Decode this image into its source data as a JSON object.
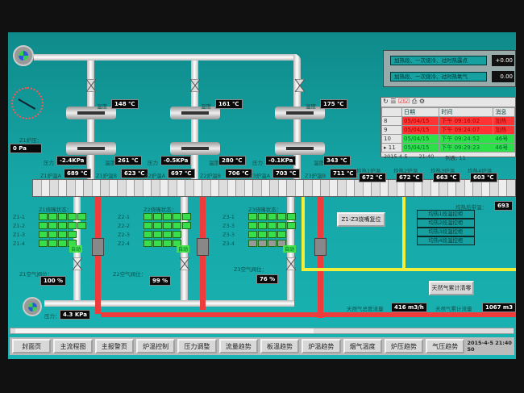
{
  "alarms": [
    {
      "text": "加热段、一次烧冷、过时热露点",
      "value": "+0.00"
    },
    {
      "text": "加热段、一次烧冷、过时热氧气",
      "value": "0.00"
    }
  ],
  "event_table": {
    "headers": [
      "",
      "日期",
      "时间",
      "消息"
    ],
    "rows": [
      {
        "idx": "8",
        "date": "05/04/15",
        "time": "下午 09:16:02",
        "msg": "加热",
        "status": "red"
      },
      {
        "idx": "9",
        "date": "05/04/15",
        "time": "下午 09:24:07",
        "msg": "加热",
        "status": "red"
      },
      {
        "idx": "10",
        "date": "05/04/15",
        "time": "下午 09:24:52",
        "msg": "46号",
        "status": "green"
      },
      {
        "idx": "▸ 11",
        "date": "05/04/15",
        "time": "下午 09:29:23",
        "msg": "46号",
        "status": "green"
      }
    ],
    "footer_date": "2015-4-5",
    "footer_time": "21:40",
    "footer_count": "列表: 11"
  },
  "burners": [
    {
      "temp_label": "温度",
      "temp_top": "148 ℃",
      "p_label": "压力",
      "pressure": "-2.4KPa",
      "t2_label": "温度",
      "temp_bottom": "261 ℃",
      "tA_label": "Z1炉温A",
      "tA": "689 ℃",
      "tB_label": "Z1炉温B",
      "tB": "623 ℃"
    },
    {
      "temp_label": "温度",
      "temp_top": "161 ℃",
      "p_label": "压力",
      "pressure": "-0.5KPa",
      "t2_label": "温度",
      "temp_bottom": "280 ℃",
      "tA_label": "Z2炉温A",
      "tA": "697 ℃",
      "tB_label": "Z2炉温B",
      "tB": "706 ℃"
    },
    {
      "temp_label": "温度",
      "temp_top": "175 ℃",
      "p_label": "压力",
      "pressure": "-0.1KPa",
      "t2_label": "温度",
      "temp_bottom": "343 ℃",
      "tA_label": "Z3炉温A",
      "tA": "703 ℃",
      "tB_label": "Z3炉温B",
      "tB": "711 ℃"
    }
  ],
  "z1_pressure": {
    "label": "Z1炉压：",
    "value": "0    Pa"
  },
  "soak": [
    {
      "label": "均热1炉温",
      "value": "672 ℃"
    },
    {
      "label": "均热2炉温",
      "value": "672 ℃"
    },
    {
      "label": "均热3炉温",
      "value": "663 ℃"
    },
    {
      "label": "均热4炉温",
      "value": "603 ℃"
    }
  ],
  "soak_after": {
    "label": "均热后带温：",
    "value": "693"
  },
  "nozzles": [
    {
      "title": "Z1烧嘴状态：",
      "rows": [
        "Z1-1",
        "Z1-2",
        "Z1-3",
        "Z1-4"
      ]
    },
    {
      "title": "Z2烧嘴状态：",
      "rows": [
        "Z2-1",
        "Z2-2",
        "Z2-3",
        "Z2-4"
      ]
    },
    {
      "title": "Z3烧嘴状态：",
      "rows": [
        "Z3-1",
        "Z3-3",
        "Z3-3",
        "Z3-4"
      ]
    }
  ],
  "air_valves": [
    {
      "label": "Z1空气阀位：",
      "value": "100  %"
    },
    {
      "label": "Z2空气阀位：",
      "value": "99  %"
    },
    {
      "label": "Z3空气阀位：",
      "value": "76  %"
    }
  ],
  "auto_label": "自动",
  "reset_button": "Z1-Z3烧嘴复位",
  "soak_controls": [
    "均热1段温控柜",
    "均热2段温控柜",
    "均热3段温控柜",
    "均热4段温控柜"
  ],
  "gas_clear_button": "天然气累计清零",
  "gas_flow": {
    "label": "天然气总管流量",
    "value": "416   m3/h"
  },
  "gas_total": {
    "label": "天然气累计流量",
    "value": "1067   m3"
  },
  "fan_pressure": {
    "label": "压力：",
    "value": "4.3    KPa"
  },
  "nav": [
    "封面页",
    "主流程图",
    "主报警页",
    "炉温控制",
    "压力调整",
    "流量趋势",
    "板温趋势",
    "炉温趋势",
    "烟气温度",
    "炉压趋势",
    "气压趋势"
  ],
  "datetime": [
    "2015-4-5 21:40",
    "50"
  ]
}
